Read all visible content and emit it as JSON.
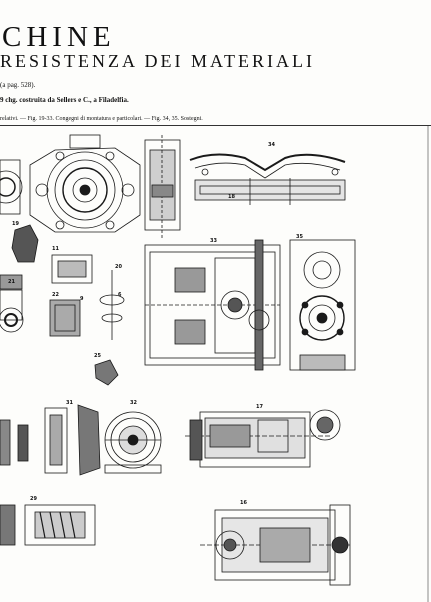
{
  "header": {
    "title_line1": "CHINE",
    "title_line2": "RESISTENZA DEI MATERIALI",
    "note": "(a pag. 528).",
    "machine_caption": "9 chg. costruita da Sellers e C., a Filadelfia.",
    "figures_caption": "relativi. — Fig. 19-33. Congegni di montatura e particolari. — Fig. 34, 35. Sostegni."
  },
  "figure_labels": [
    "18",
    "34",
    "33",
    "11",
    "19",
    "20",
    "21",
    "22",
    "25",
    "6",
    "9",
    "35",
    "31",
    "32",
    "17",
    "29",
    "16"
  ]
}
